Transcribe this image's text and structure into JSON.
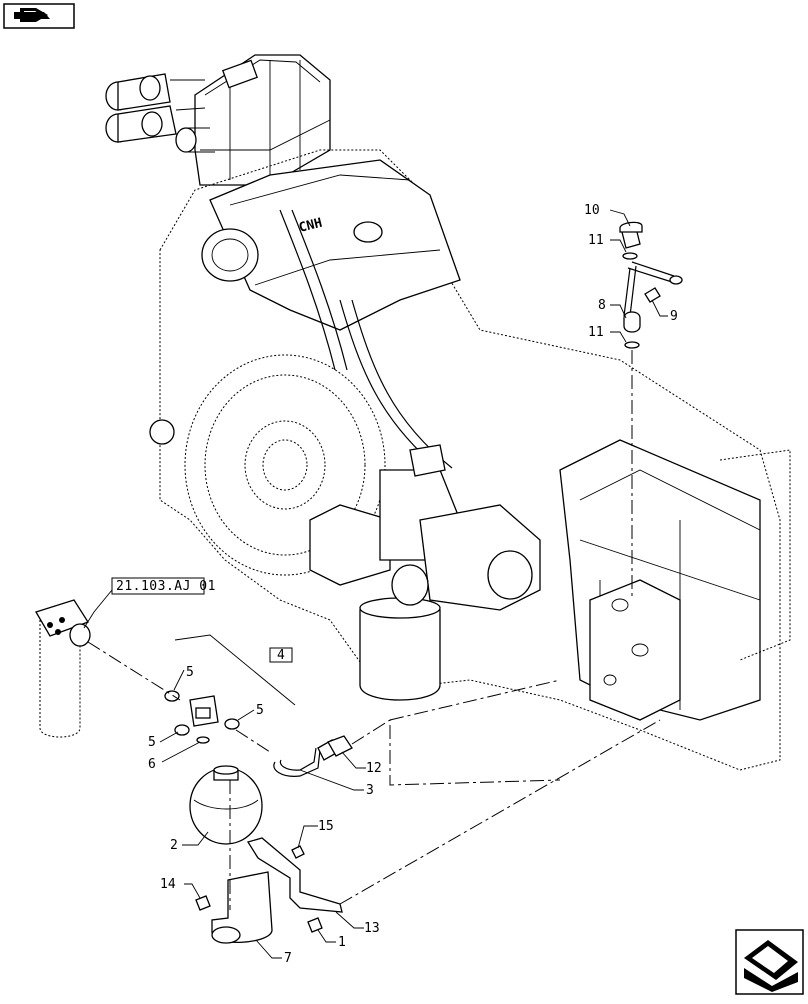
{
  "reference_label": "21.103.AJ 01",
  "callouts": {
    "c1": "1",
    "c2": "2",
    "c3": "3",
    "c4": "4",
    "c5a": "5",
    "c5b": "5",
    "c5c": "5",
    "c6": "6",
    "c7": "7",
    "c8": "8",
    "c9": "9",
    "c10": "10",
    "c11a": "11",
    "c11b": "11",
    "c12": "12",
    "c13": "13",
    "c14": "14",
    "c15": "15"
  },
  "nav": {
    "top_left": "back-arrow-icon",
    "bottom_right": "forward-arrow-icon"
  }
}
